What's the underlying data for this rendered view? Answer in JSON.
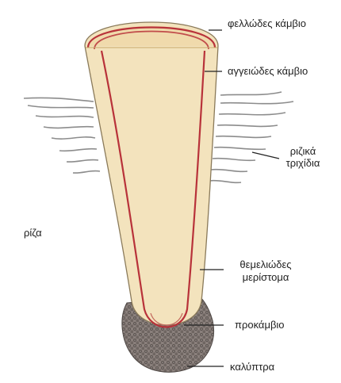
{
  "diagram": {
    "title": "",
    "labels": {
      "phellogen": "φελλώδες κάμβιο",
      "vascular_cambium": "αγγειώδες κάμβιο",
      "root_hairs_line1": "ριζικά",
      "root_hairs_line2": "τριχίδια",
      "root": "ρίζα",
      "ground_meristem_line1": "θεμελιώδες",
      "ground_meristem_line2": "μερίστομα",
      "procambium": "προκάμβιο",
      "root_cap": "καλύπτρα"
    },
    "colors": {
      "root_body": "#f3e3bd",
      "root_outline": "#8a7a5a",
      "cambium_red": "#b8323a",
      "root_hair": "#8c8c8c",
      "root_cap": "#6b6360",
      "leader": "#222222"
    }
  }
}
